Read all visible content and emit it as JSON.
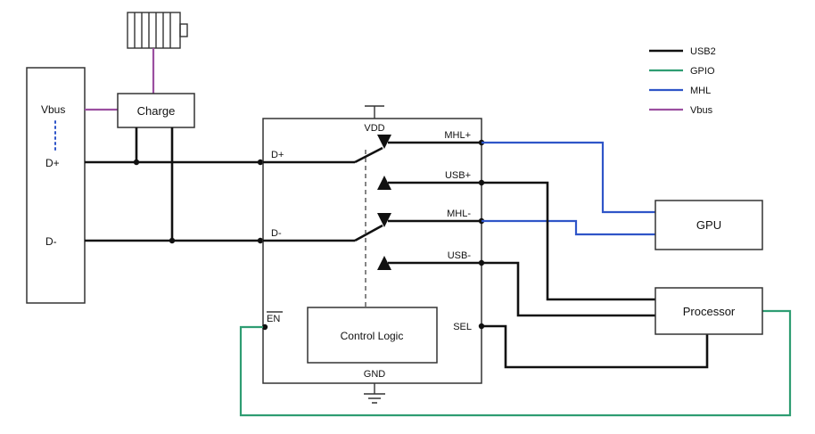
{
  "colors": {
    "usb2": "#111111",
    "gpio": "#2e9d72",
    "mhl": "#2f55c8",
    "vbus": "#9b4fa0"
  },
  "legend": {
    "items": [
      {
        "label": "USB2"
      },
      {
        "label": "GPIO"
      },
      {
        "label": "MHL"
      },
      {
        "label": "Vbus"
      }
    ]
  },
  "usb_connector": {
    "vbus": "Vbus",
    "dplus": "D+",
    "dminus": "D-"
  },
  "charge": {
    "label": "Charge"
  },
  "ic": {
    "vdd": "VDD",
    "gnd": "GND",
    "dplus": "D+",
    "dminus": "D-",
    "en": "EN",
    "sel": "SEL",
    "mhl_plus": "MHL+",
    "usb_plus": "USB+",
    "mhl_minus": "MHL-",
    "usb_minus": "USB-",
    "control_logic": "Control Logic"
  },
  "gpu": {
    "label": "GPU"
  },
  "processor": {
    "label": "Processor"
  }
}
